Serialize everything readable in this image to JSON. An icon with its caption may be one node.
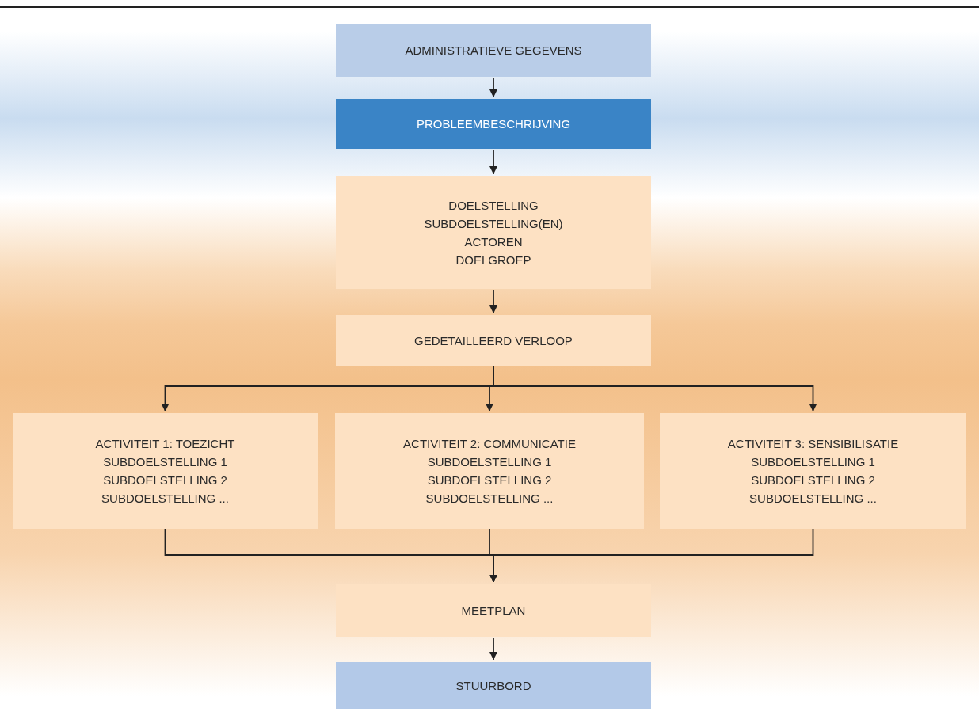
{
  "diagram": {
    "nodes": [
      {
        "text": [
          "ADMINISTRATIEVE GEGEVENS"
        ]
      },
      {
        "text": [
          "PROBLEEMBESCHRIJVING"
        ]
      },
      {
        "text": [
          "DOELSTELLING",
          "SUBDOELSTELLING(EN)",
          "ACTOREN",
          "DOELGROEP"
        ]
      },
      {
        "text": [
          "GEDETAILLEERD VERLOOP"
        ]
      },
      {
        "text": [
          "ACTIVITEIT 1: TOEZICHT",
          "SUBDOELSTELLING 1",
          "SUBDOELSTELLING 2",
          "SUBDOELSTELLING ..."
        ]
      },
      {
        "text": [
          "ACTIVITEIT 2: COMMUNICATIE",
          "SUBDOELSTELLING 1",
          "SUBDOELSTELLING 2",
          "SUBDOELSTELLING ..."
        ]
      },
      {
        "text": [
          "ACTIVITEIT 3: SENSIBILISATIE",
          "SUBDOELSTELLING 1",
          "SUBDOELSTELLING 2",
          "SUBDOELSTELLING ..."
        ]
      },
      {
        "text": [
          "MEETPLAN"
        ]
      },
      {
        "text": [
          "STUURBORD"
        ]
      }
    ],
    "edges": [
      {
        "from": 0,
        "to": 1,
        "arrow": "to"
      },
      {
        "from": 1,
        "to": 2,
        "arrow": "to"
      },
      {
        "from": 2,
        "to": 3,
        "arrow": "to"
      },
      {
        "from": 3,
        "to": 4,
        "arrow": "to"
      },
      {
        "from": 3,
        "to": 5,
        "arrow": "to"
      },
      {
        "from": 3,
        "to": 6,
        "arrow": "to"
      },
      {
        "from": 4,
        "to": 7,
        "arrow": "to"
      },
      {
        "from": 5,
        "to": 7,
        "arrow": "to"
      },
      {
        "from": 6,
        "to": 7,
        "arrow": "to"
      },
      {
        "from": 7,
        "to": 8,
        "arrow": "to"
      }
    ]
  }
}
